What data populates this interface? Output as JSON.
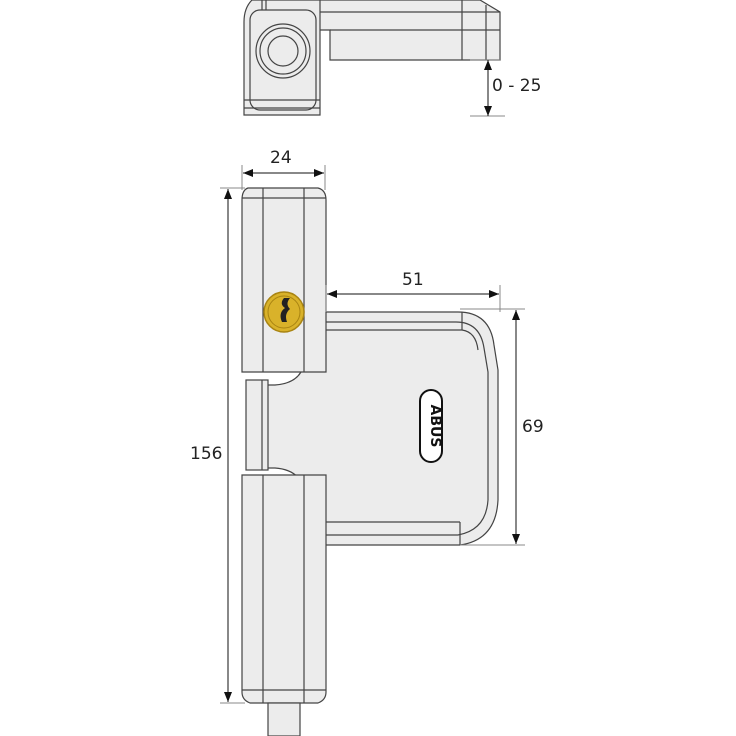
{
  "drawing": {
    "subject": "Door hinge lock technical drawing",
    "brand_label": "ABUS",
    "colors": {
      "body_fill": "#ececec",
      "outline": "#444444",
      "dimension_line": "#888888",
      "cylinder_gold": "#d9b22a",
      "cylinder_gold_dark": "#a98412"
    }
  },
  "dimensions": {
    "top_view_adjust": "0 - 25",
    "width": "24",
    "height": "156",
    "bracket_width": "51",
    "bracket_height": "69"
  }
}
